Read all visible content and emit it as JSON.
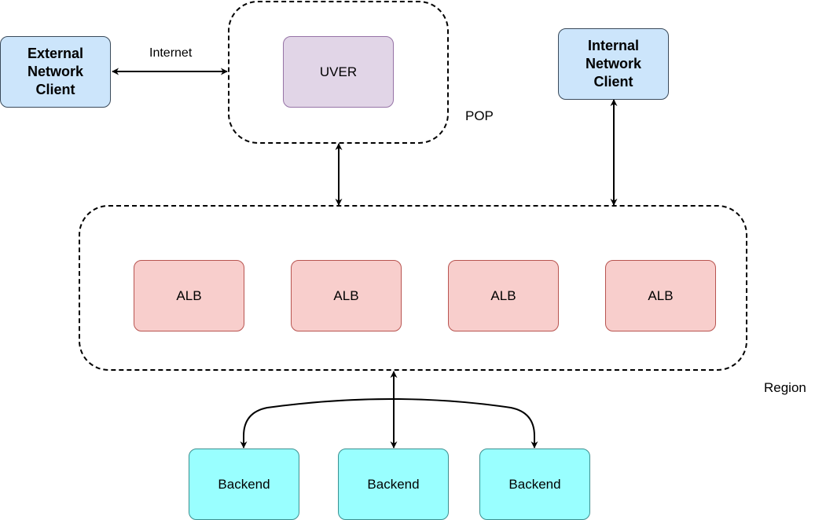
{
  "nodes": {
    "external_client": "External Network Client",
    "internal_client": "Internal Network Client",
    "uver": "UVER",
    "alb": [
      "ALB",
      "ALB",
      "ALB",
      "ALB"
    ],
    "backends": [
      "Backend",
      "Backend",
      "Backend"
    ]
  },
  "groups": {
    "pop": "POP",
    "region": "Region"
  },
  "edges": {
    "internet": "Internet"
  },
  "colors": {
    "client_fill": "#cce5fb",
    "uver_fill": "#e1d5e7",
    "alb_fill": "#f8cecc",
    "backend_fill": "#99ffff"
  }
}
